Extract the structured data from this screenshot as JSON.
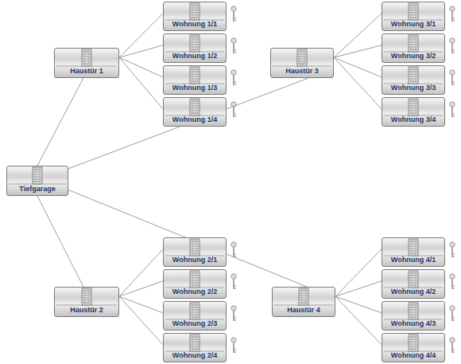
{
  "diagram": {
    "nodes": [
      {
        "text": [
          "Haustür 1"
        ]
      },
      {
        "text": [
          "Wohnung 1/1"
        ]
      },
      {
        "text": [
          "Wohnung 1/2"
        ]
      },
      {
        "text": [
          "Wohnung 1/3"
        ]
      },
      {
        "text": [
          "Wohnung 1/4"
        ]
      },
      {
        "text": [
          "Haustür 3"
        ]
      },
      {
        "text": [
          "Wohnung 3/1"
        ]
      },
      {
        "text": [
          "Wohnung 3/2"
        ]
      },
      {
        "text": [
          "Wohnung 3/3"
        ]
      },
      {
        "text": [
          "Wohnung 3/4"
        ]
      },
      {
        "text": [
          "Tiefgarage"
        ]
      },
      {
        "text": [
          "Haustür 2"
        ]
      },
      {
        "text": [
          "Wohnung 2/1"
        ]
      },
      {
        "text": [
          "Wohnung 2/2"
        ]
      },
      {
        "text": [
          "Wohnung 2/3"
        ]
      },
      {
        "text": [
          "Wohnung 2/4"
        ]
      },
      {
        "text": [
          "Haustür 4"
        ]
      },
      {
        "text": [
          "Wohnung 4/1"
        ]
      },
      {
        "text": [
          "Wohnung 4/2"
        ]
      },
      {
        "text": [
          "Wohnung 4/3"
        ]
      },
      {
        "text": [
          "Wohnung 4/4"
        ]
      }
    ],
    "edges": [
      {
        "from": 10,
        "to": 0,
        "arrow": "none"
      },
      {
        "from": 10,
        "to": 5,
        "arrow": "none"
      },
      {
        "from": 10,
        "to": 11,
        "arrow": "none"
      },
      {
        "from": 10,
        "to": 16,
        "arrow": "none"
      },
      {
        "from": 0,
        "to": 1,
        "arrow": "none"
      },
      {
        "from": 0,
        "to": 2,
        "arrow": "none"
      },
      {
        "from": 0,
        "to": 3,
        "arrow": "none"
      },
      {
        "from": 0,
        "to": 4,
        "arrow": "none"
      },
      {
        "from": 5,
        "to": 6,
        "arrow": "none"
      },
      {
        "from": 5,
        "to": 7,
        "arrow": "none"
      },
      {
        "from": 5,
        "to": 8,
        "arrow": "none"
      },
      {
        "from": 5,
        "to": 9,
        "arrow": "none"
      },
      {
        "from": 11,
        "to": 12,
        "arrow": "none"
      },
      {
        "from": 11,
        "to": 13,
        "arrow": "none"
      },
      {
        "from": 11,
        "to": 14,
        "arrow": "none"
      },
      {
        "from": 11,
        "to": 15,
        "arrow": "none"
      },
      {
        "from": 16,
        "to": 17,
        "arrow": "none"
      },
      {
        "from": 16,
        "to": 18,
        "arrow": "none"
      },
      {
        "from": 16,
        "to": 19,
        "arrow": "none"
      },
      {
        "from": 16,
        "to": 20,
        "arrow": "none"
      }
    ]
  }
}
